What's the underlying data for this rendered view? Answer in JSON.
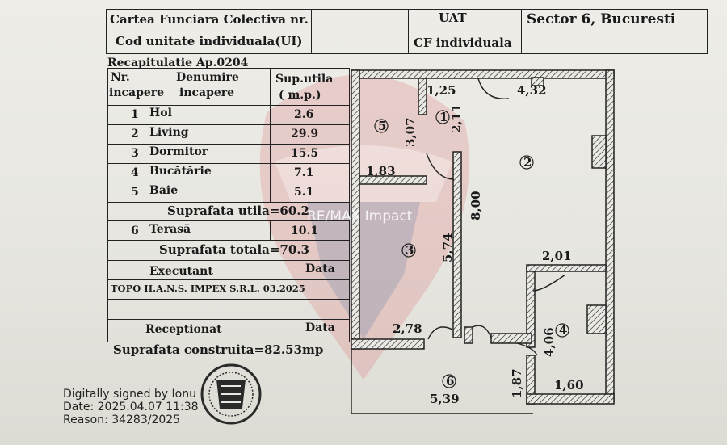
{
  "header": {
    "carte_label": "Cartea Funciara Colectiva nr.",
    "uat_label": "UAT",
    "uat_value": "Sector 6, Bucuresti",
    "cod_label": "Cod unitate individuala(UI)",
    "cf_label": "CF individuala"
  },
  "recap_title": "Recapitulatie Ap.0204",
  "table": {
    "col_nr_1": "Nr.",
    "col_nr_2": "incapere",
    "col_den_1": "Denumire",
    "col_den_2": "incapere",
    "col_sup_1": "Sup.utila",
    "col_sup_2": "( m.p.)",
    "rows": [
      {
        "nr": "1",
        "name": "Hol",
        "area": "2.6"
      },
      {
        "nr": "2",
        "name": "Living",
        "area": "29.9"
      },
      {
        "nr": "3",
        "name": "Dormitor",
        "area": "15.5"
      },
      {
        "nr": "4",
        "name": "Bucătărie",
        "area": "7.1"
      },
      {
        "nr": "5",
        "name": "Baie",
        "area": "5.1"
      }
    ],
    "suprafata_utila": "Suprafata utila=60.2",
    "terasa": {
      "nr": "6",
      "name": "Terasă",
      "area": "10.1"
    },
    "suprafata_totala": "Suprafata totala=70.3",
    "executant_label": "Executant",
    "data_label": "Data",
    "executant_value": "TOPO H.A.N.S. IMPEX S.R.L. 03.2025",
    "receptionat_label": "Receptionat",
    "data_label_2": "Data"
  },
  "suprafata_construita": "Suprafata construita=82.53mp",
  "signature": {
    "line1": "Digitally signed by Ionu",
    "line2": "Date: 2025.04.07 11:38",
    "line3": "Reason: 34283/2025"
  },
  "watermark": "RE/MAX Impact",
  "plan": {
    "dims": {
      "d125": "1,25",
      "d432": "4,32",
      "d211": "2,11",
      "d307": "3,07",
      "d183": "1,83",
      "d800": "8,00",
      "d574": "5,74",
      "d201": "2,01",
      "d278": "2,78",
      "d406": "4,06",
      "d187": "1,87",
      "d539": "5,39",
      "d160": "1,60"
    },
    "rooms": {
      "r1": "1",
      "r2": "2",
      "r3": "3",
      "r4": "4",
      "r5": "5",
      "r6": "6"
    }
  },
  "colors": {
    "ink": "#1a1a1a",
    "watermark_red": "#d9474f",
    "watermark_blue": "#2e5d9b"
  }
}
